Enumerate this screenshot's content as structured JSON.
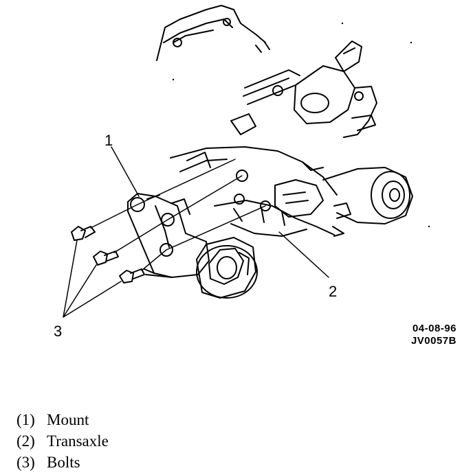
{
  "callouts": [
    "1",
    "2",
    "3"
  ],
  "figure_code": {
    "date": "04-08-96",
    "id": "JV0057B"
  },
  "legend": [
    {
      "num": "(1)",
      "label": "Mount"
    },
    {
      "num": "(2)",
      "label": "Transaxle"
    },
    {
      "num": "(3)",
      "label": "Bolts"
    }
  ]
}
